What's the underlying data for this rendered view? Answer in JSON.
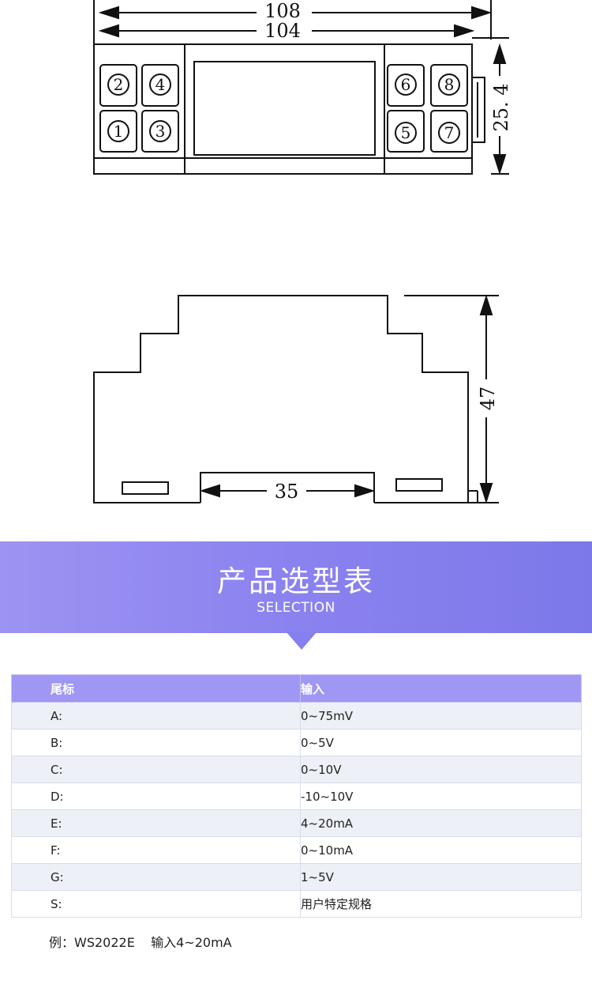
{
  "drawing_top": {
    "dim_overall": "108",
    "dim_body": "104",
    "dim_height": "25. 4",
    "terminals_left": [
      "2",
      "4",
      "1",
      "3"
    ],
    "terminals_right": [
      "6",
      "8",
      "5",
      "7"
    ]
  },
  "drawing_side": {
    "dim_height": "47",
    "dim_rail": "35"
  },
  "banner": {
    "title": "产品选型表",
    "subtitle": "SELECTION",
    "color": "#8a82ef"
  },
  "selection_table": {
    "headers": [
      "尾标",
      "输入"
    ],
    "rows": [
      {
        "code": "A:",
        "input": "0~75mV"
      },
      {
        "code": "B:",
        "input": "0~5V"
      },
      {
        "code": "C:",
        "input": "0~10V"
      },
      {
        "code": "D:",
        "input": "-10~10V"
      },
      {
        "code": "E:",
        "input": "4~20mA"
      },
      {
        "code": "F:",
        "input": "0~10mA"
      },
      {
        "code": "G:",
        "input": "1~5V"
      },
      {
        "code": "S:",
        "input": "用户特定规格"
      }
    ]
  },
  "example": "例：WS2022E    输入4~20mA"
}
